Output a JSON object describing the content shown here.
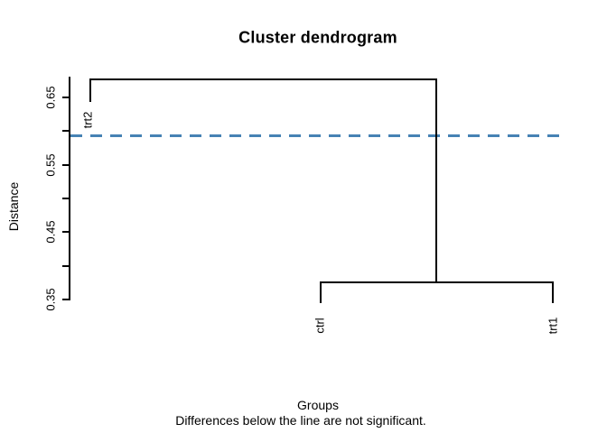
{
  "title": "Cluster dendrogram",
  "colors": {
    "reference_line": "#4682B4",
    "dendrogram": "#000000",
    "background": "#ffffff",
    "text": "#000000"
  },
  "chart_data": {
    "type": "dendrogram",
    "orientation": "vertical",
    "title": "Cluster dendrogram",
    "xlabel": "Groups",
    "ylabel": "Distance",
    "subtitle": "Differences below the line are not significant.",
    "leaves": [
      "trt2",
      "ctrl",
      "trt1"
    ],
    "merges": [
      {
        "members": [
          "ctrl",
          "trt1"
        ],
        "height": 0.375
      },
      {
        "members": [
          "trt2",
          "ctrl+trt1"
        ],
        "height": 0.675
      }
    ],
    "leaf_hang": 0.03,
    "reference_line": {
      "value": 0.59,
      "color": "#4682B4",
      "style": "dashed",
      "line_width": 3
    },
    "ylim": [
      0.34,
      0.68
    ],
    "yticks": [
      0.35,
      0.4,
      0.45,
      0.5,
      0.55,
      0.6,
      0.65
    ],
    "ytick_labels": [
      "0.65",
      "0.55",
      "0.45",
      "0.35"
    ],
    "grid": false,
    "legend": false
  }
}
